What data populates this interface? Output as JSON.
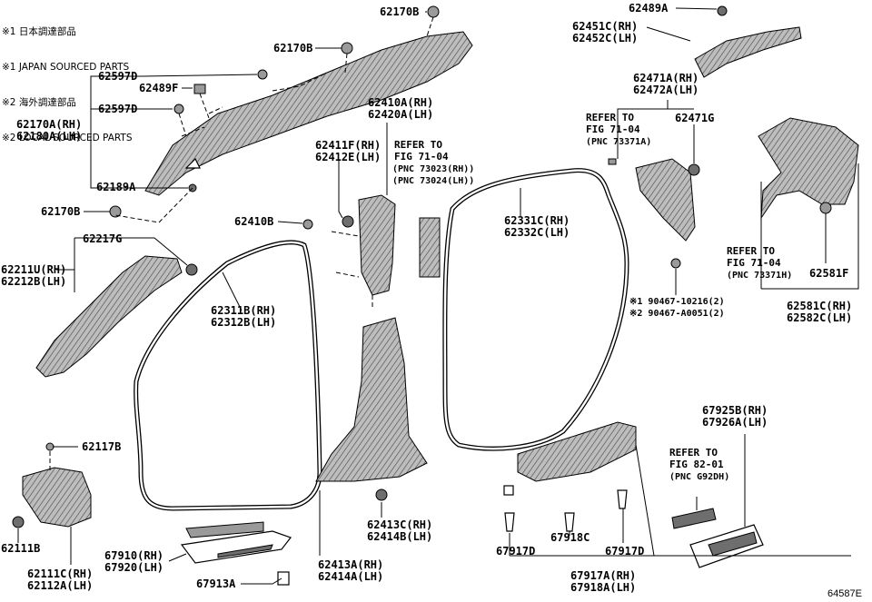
{
  "notes": [
    "※1 日本調達部品",
    "※1 JAPAN SOURCED PARTS",
    "※2 海外調達部品",
    "※2 LOCAL SOURCED PARTS"
  ],
  "labels": {
    "p62170B_top": "62170B",
    "p62170B_mid": "62170B",
    "p62597D_1": "62597D",
    "p62489F": "62489F",
    "p62597D_2": "62597D",
    "p62170A": "62170A(RH)\n62180A(LH)",
    "p62189A": "62189A",
    "p62170B_left": "62170B",
    "p62217G": "62217G",
    "p62211U": "62211U(RH)\n62212B(LH)",
    "p62117B": "62117B",
    "p62111B": "62111B",
    "p62111C": "62111C(RH)\n62112A(LH)",
    "p62410A": "62410A(RH)\n62420A(LH)",
    "p62411F": "62411F(RH)\n62412E(LH)",
    "p62410B": "62410B",
    "p62311B": "62311B(RH)\n62312B(LH)",
    "p62331C": "62331C(RH)\n62332C(LH)",
    "p62413C": "62413C(RH)\n62414B(LH)",
    "p62413A": "62413A(RH)\n62414A(LH)",
    "p67910": "67910(RH)\n67920(LH)",
    "p67913A": "67913A",
    "p62489A": "62489A",
    "p62451C": "62451C(RH)\n62452C(LH)",
    "p62471A": "62471A(RH)\n62472A(LH)",
    "p62471G": "62471G",
    "p90467": "※1 90467-10216(2)\n※2 90467-A0051(2)",
    "p62581F": "62581F",
    "p62581C": "62581C(RH)\n62582C(LH)",
    "p67925B": "67925B(RH)\n67926A(LH)",
    "p67917D_1": "67917D",
    "p67918C": "67918C",
    "p67917D_2": "67917D",
    "p67917A": "67917A(RH)\n67918A(LH)"
  },
  "refs": {
    "ref_73023": "REFER TO\nFIG 71-04",
    "ref_73023_pnc": "(PNC 73023(RH))\n(PNC 73024(LH))",
    "ref_73371A": "REFER TO\nFIG 71-04",
    "ref_73371A_pnc": "(PNC 73371A)",
    "ref_73371H": "REFER TO\nFIG 71-04",
    "ref_73371H_pnc": "(PNC 73371H)",
    "ref_G92DH": "REFER TO\nFIG 82-01",
    "ref_G92DH_pnc": "(PNC G92DH)"
  },
  "figure_code": "64587E"
}
